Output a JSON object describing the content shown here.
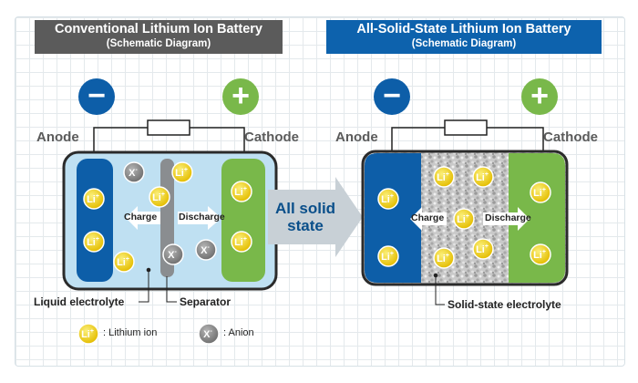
{
  "left_panel": {
    "title": "Conventional Lithium Ion Battery",
    "subtitle": "(Schematic Diagram)",
    "anode_label": "Anode",
    "cathode_label": "Cathode",
    "charge_label": "Charge",
    "discharge_label": "Discharge",
    "liquid_electrolyte_label": "Liquid electrolyte",
    "separator_label": "Separator"
  },
  "right_panel": {
    "title": "All-Solid-State Lithium Ion Battery",
    "subtitle": "(Schematic Diagram)",
    "anode_label": "Anode",
    "cathode_label": "Cathode",
    "charge_label": "Charge",
    "discharge_label": "Discharge",
    "solid_electrolyte_label": "Solid-state electrolyte"
  },
  "middle_arrow": {
    "line1": "All solid",
    "line2": "state"
  },
  "ions": {
    "lithium_symbol": "Li",
    "lithium_charge": "+",
    "anion_symbol": "X",
    "anion_charge": "-"
  },
  "legend": {
    "lithium_text": ": Lithium ion",
    "anion_text": ": Anion"
  },
  "colors": {
    "anode_blue": "#0d5ea8",
    "cathode_green": "#79b84a",
    "liquid_electrolyte": "#bfe0f2",
    "lithium_ion": "#f4d21f",
    "anion": "#8f8f8f",
    "conventional_title_bg": "#5b5b5b",
    "solid_title_bg": "#0d62ad"
  }
}
